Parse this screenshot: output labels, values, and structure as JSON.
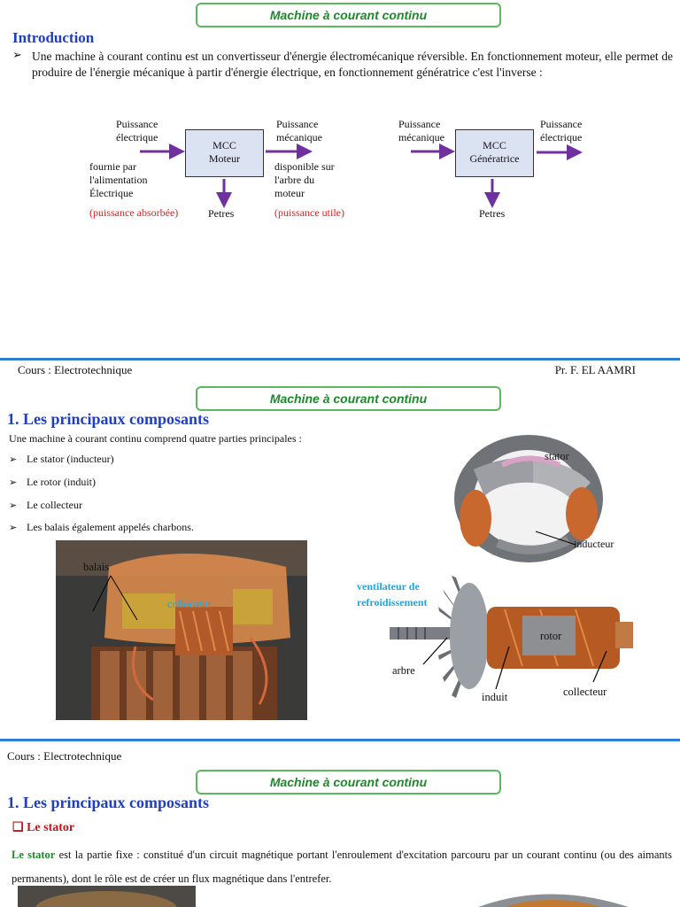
{
  "slide1": {
    "title": "Machine à courant continu",
    "heading": "Introduction",
    "bullet_marker": "➢",
    "intro_text": "Une machine à courant continu est un convertisseur d'énergie électromécanique réversible. En fonctionnement moteur, elle permet de  produire de l'énergie mécanique à partir d'énergie électrique, en fonctionnement génératrice c'est l'inverse :",
    "motor": {
      "input_label": "Puissance électrique",
      "box_label_1": "MCC",
      "box_label_2": "Moteur",
      "output_label": "Puissance mécanique",
      "input_note": "fournie par l'alimentation Électrique",
      "input_note_red": "(puissance absorbée)",
      "output_note": "disponible sur l'arbre du moteur",
      "output_note_red": "(puissance utile)",
      "losses": "Petres"
    },
    "generator": {
      "input_label": "Puissance mécanique",
      "box_label_1": "MCC",
      "box_label_2": "Génératrice",
      "output_label": "Puissance électrique",
      "losses": "Petres"
    },
    "footer_left": "Cours : Electrotechnique",
    "footer_right": "Pr. F. EL AAMRI"
  },
  "slide2": {
    "title": "Machine à courant continu",
    "heading": "1.   Les principaux composants",
    "intro": "Une machine à courant continu comprend quatre parties principales :",
    "items": [
      "Le stator (inducteur)",
      "Le rotor (induit)",
      "Le collecteur",
      "Les balais également appelés charbons."
    ],
    "labels": {
      "balais": "balais",
      "collecteur_img": "collecteur",
      "stator": "stator",
      "inducteur": "inducteur",
      "ventilateur": "ventilateur de refroidissement",
      "rotor": "rotor",
      "arbre": "arbre",
      "induit": "induit",
      "collecteur": "collecteur"
    },
    "footer_left": "Cours : Electrotechnique"
  },
  "slide3": {
    "title": "Machine à courant continu",
    "heading": "1.   Les principaux composants",
    "sub_marker": "❑",
    "subheading": "Le stator",
    "stator_word": "Le stator",
    "stator_text": " est la partie fixe : constitué d'un circuit magnétique portant  l'enroulement d'excitation parcouru par un courant continu (ou des aimants permanents), dont le rôle est de créer un flux magnétique dans l'entrefer."
  },
  "colors": {
    "accent_green": "#1c8a2a",
    "heading_blue": "#1f3fbf",
    "arrow_purple": "#7030a0",
    "footer_blue": "#2d7fd0",
    "red_note": "#e02020"
  }
}
